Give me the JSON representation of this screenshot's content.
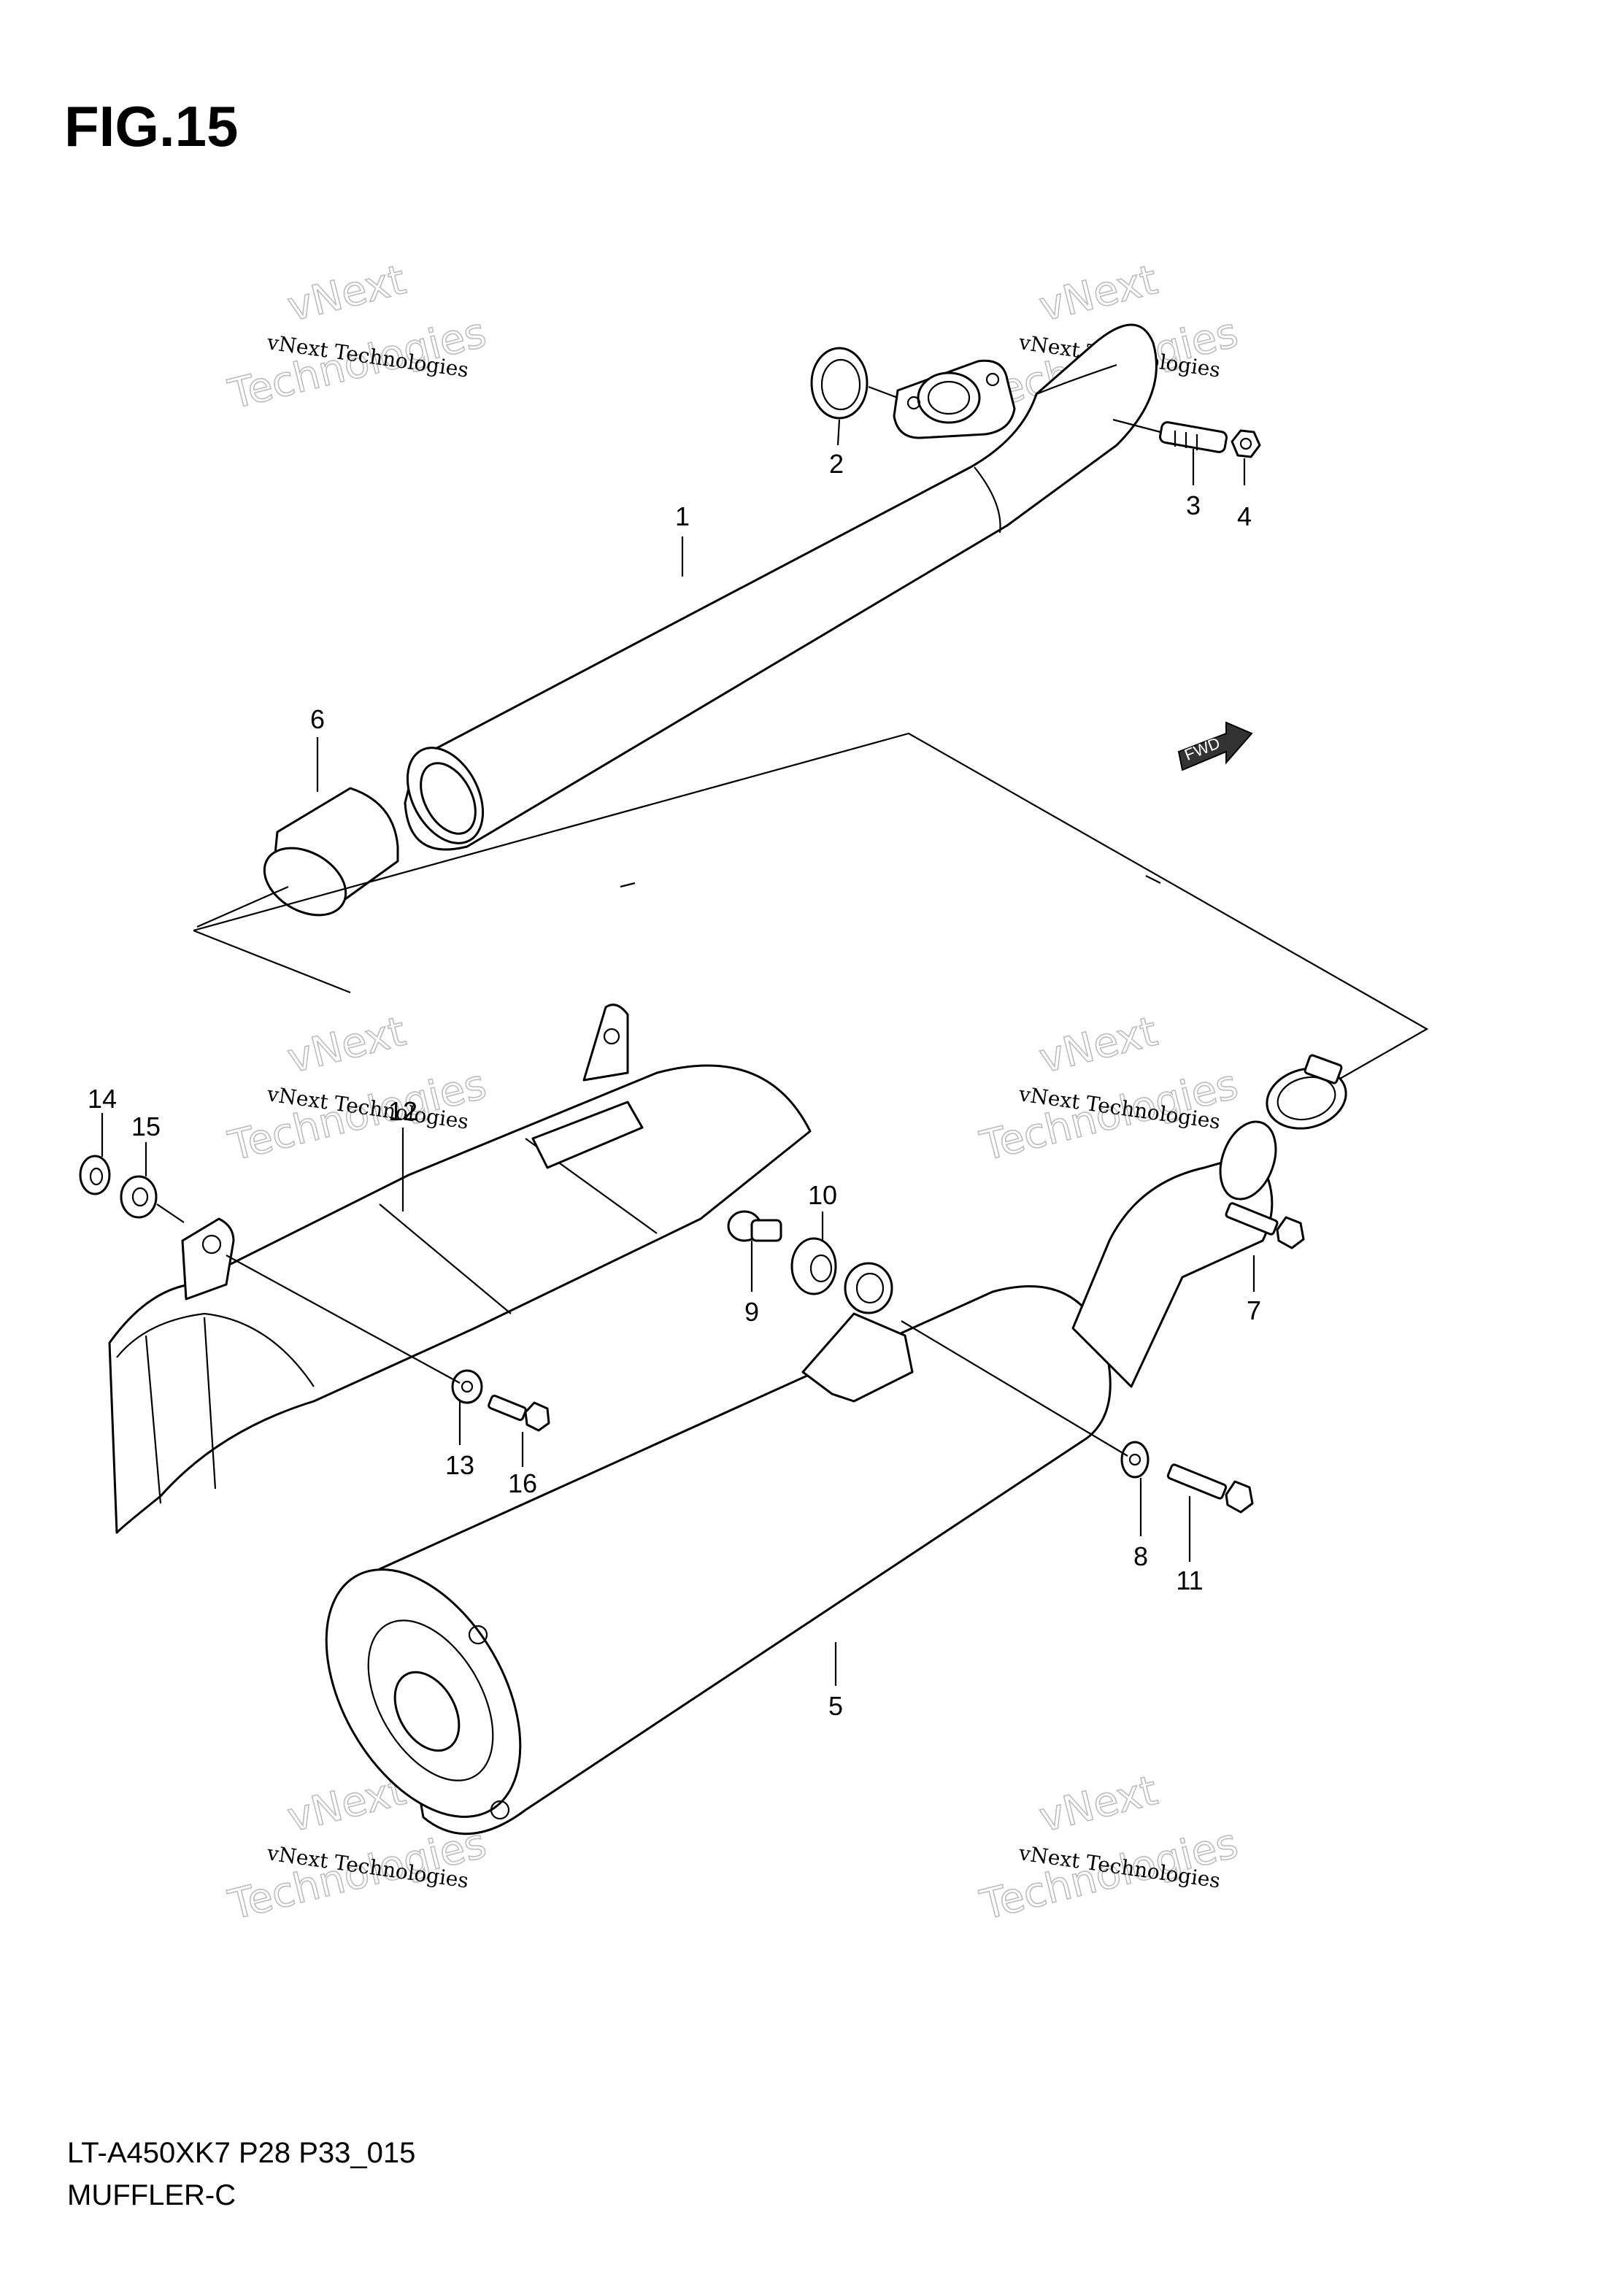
{
  "figure": {
    "title": "FIG.15",
    "model_code": "LT-A450XK7 P28 P33_015",
    "subtitle": "MUFFLER-C"
  },
  "watermark": {
    "line1": "vNext Technologies",
    "line2": "vNext",
    "line3": "Technologies"
  },
  "fwd_label": "FWD",
  "callouts": {
    "c1": "1",
    "c2": "2",
    "c3": "3",
    "c4": "4",
    "c5": "5",
    "c6": "6",
    "c7": "7",
    "c8": "8",
    "c9": "9",
    "c10": "10",
    "c11": "11",
    "c12": "12",
    "c13": "13",
    "c14": "14",
    "c15": "15",
    "c16": "16"
  },
  "colors": {
    "line": "#000000",
    "watermark": "#bdbdbd",
    "background": "#ffffff"
  }
}
